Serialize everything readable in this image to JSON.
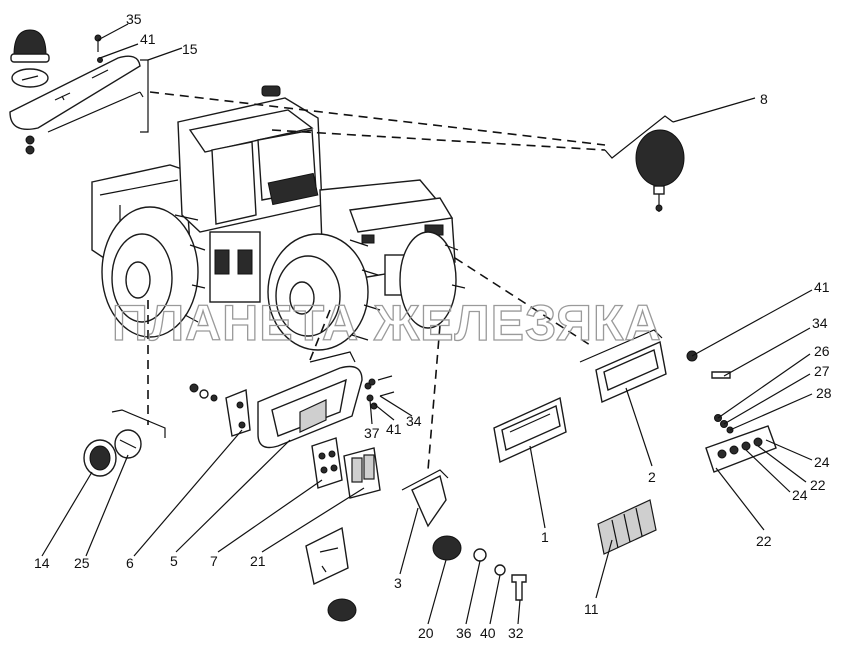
{
  "watermark": "ПЛАНЕТА ЖЕЛЕЗЯКА",
  "callouts": {
    "n1": "1",
    "n2": "2",
    "n3": "3",
    "n5": "5",
    "n6": "6",
    "n7": "7",
    "n8": "8",
    "n11": "11",
    "n14": "14",
    "n15": "15",
    "n20": "20",
    "n21": "21",
    "n22a": "22",
    "n22b": "22",
    "n24a": "24",
    "n24b": "24",
    "n25": "25",
    "n26": "26",
    "n27": "27",
    "n28": "28",
    "n32": "32",
    "n34a": "34",
    "n34b": "34",
    "n35": "35",
    "n36": "36",
    "n37": "37",
    "n40": "40",
    "n41a": "41",
    "n41b": "41",
    "n41c": "41"
  }
}
